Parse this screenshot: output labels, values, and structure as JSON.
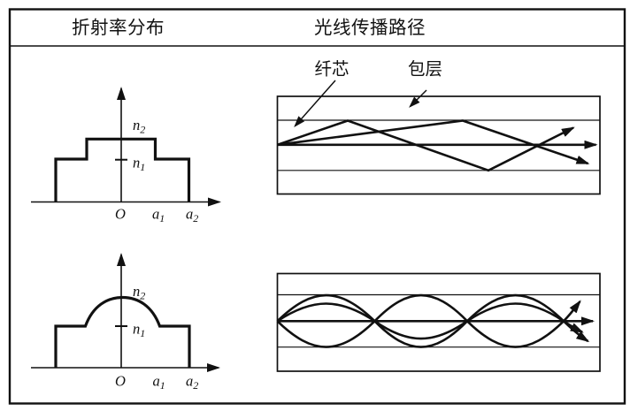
{
  "colors": {
    "ink": "#111111",
    "paper": "#ffffff"
  },
  "columns": {
    "left_title": "折射率分布",
    "right_title": "光线传播路径"
  },
  "fiber": {
    "core_label": "纤芯",
    "cladding_label": "包层"
  },
  "math": {
    "n": "n",
    "one": "1",
    "two": "2",
    "a": "a",
    "origin": "O"
  }
}
